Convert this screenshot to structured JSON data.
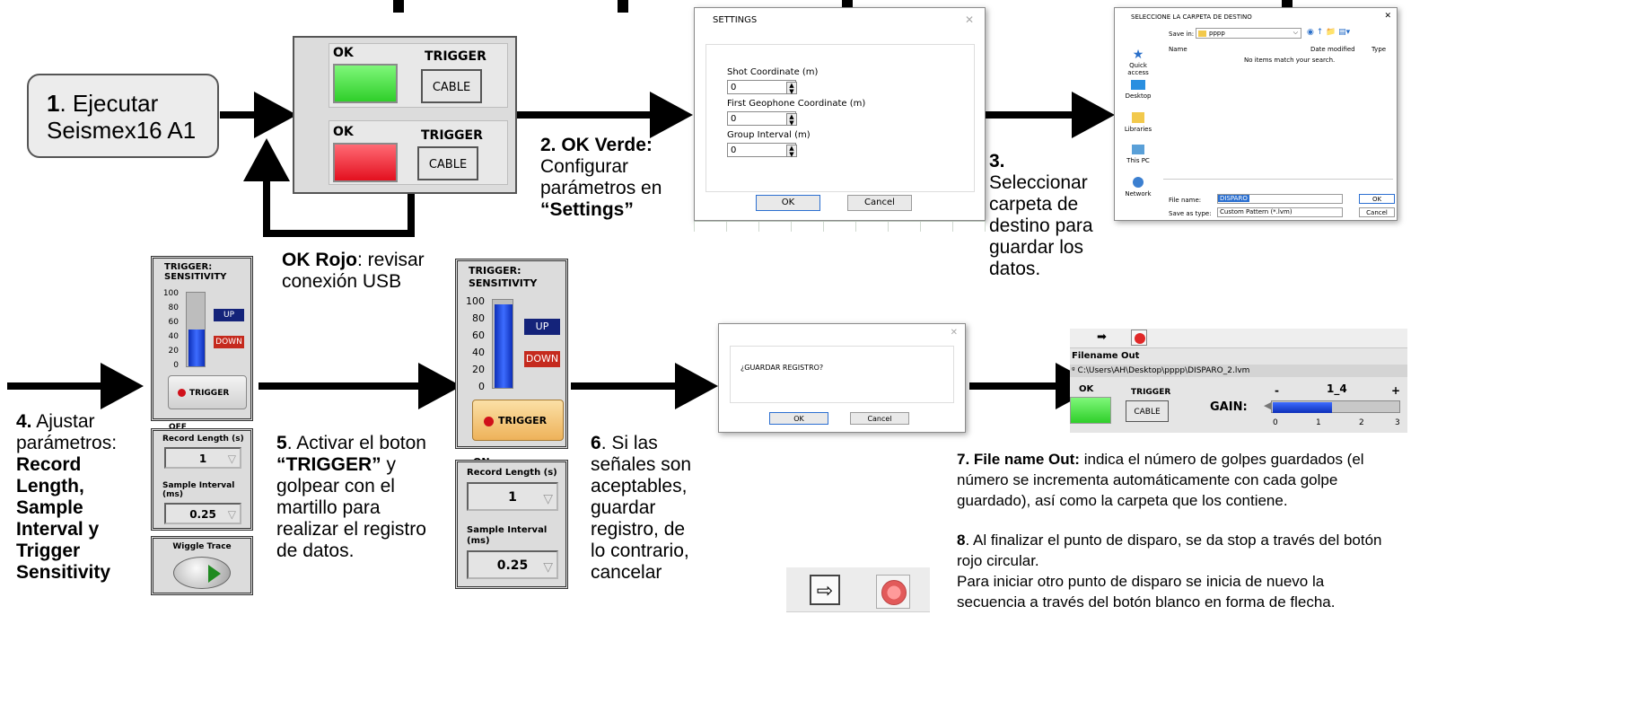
{
  "step1": {
    "num": "1",
    "text": ". Ejecutar Seismex16 A1"
  },
  "ok_panel": {
    "green": {
      "ok_label": "OK",
      "trigger_label": "TRIGGER",
      "cable_button": "CABLE",
      "ok_color": "#3fe33a"
    },
    "red": {
      "ok_label": "OK",
      "trigger_label": "TRIGGER",
      "cable_button": "CABLE",
      "ok_color": "#ee2233"
    }
  },
  "step2": {
    "title": "2. OK Verde:",
    "text": "Configurar parámetros en",
    "quote": "“Settings”"
  },
  "ok_rojo": {
    "title": "OK Rojo",
    "text": ": revisar conexión USB"
  },
  "settings_dialog": {
    "title": "SETTINGS",
    "fields": [
      {
        "label": "Shot Coordinate (m)",
        "value": "0"
      },
      {
        "label": "First Geophone Coordinate (m)",
        "value": "0"
      },
      {
        "label": "Group Interval (m)",
        "value": "0"
      }
    ],
    "ok_button": "OK",
    "cancel_button": "Cancel"
  },
  "step3": {
    "title": "3.",
    "text": "Seleccionar carpeta de destino para guardar los datos."
  },
  "folder_dialog": {
    "title": "SELECCIONE LA CARPETA DE DESTINO",
    "save_in_label": "Save in:",
    "save_in_value": "pppp",
    "columns": [
      "Name",
      "Date modified",
      "Type"
    ],
    "empty_message": "No items match your search.",
    "places": [
      "Quick access",
      "Desktop",
      "Libraries",
      "This PC",
      "Network"
    ],
    "file_name_label": "File name:",
    "file_name_value": "DISPARO",
    "save_type_label": "Save as type:",
    "save_type_value": "Custom Pattern (*.lvm)",
    "ok_button": "OK",
    "cancel_button": "Cancel"
  },
  "step4": {
    "title": "4.",
    "text": " Ajustar parámetros:",
    "bold": "Record Length, Sample Interval y Trigger Sensitivity"
  },
  "trigger_off_panel": {
    "title": "TRIGGER:\nSENSITIVITY",
    "scale": [
      "100",
      "80",
      "60",
      "40",
      "20",
      "0"
    ],
    "level": 50,
    "up_label": "UP",
    "down_label": "DOWN",
    "trigger_button": "TRIGGER OFF",
    "record_length_label": "Record Length (s)",
    "record_length_value": "1",
    "sample_interval_label": "Sample Interval (ms)",
    "sample_interval_value": "0.25",
    "wiggle_label": "Wiggle Trace"
  },
  "step5": {
    "num": "5",
    "text1": ". Activar el boton",
    "quote": "“TRIGGER”",
    "text2": " y golpear con el martillo para realizar el registro de datos."
  },
  "trigger_on_panel": {
    "title": "TRIGGER:\nSENSITIVITY",
    "scale": [
      "100",
      "80",
      "60",
      "40",
      "20",
      "0"
    ],
    "level": 95,
    "up_label": "UP",
    "down_label": "DOWN",
    "trigger_button": "TRIGGER ON",
    "record_length_label": "Record Length (s)",
    "record_length_value": "1",
    "sample_interval_label": "Sample Interval (ms)",
    "sample_interval_value": "0.25"
  },
  "step6": {
    "num": "6",
    "text": ". Si las señales son aceptables, guardar registro, de lo contrario, cancelar"
  },
  "save_dialog": {
    "question": "¿GUARDAR REGISTRO?",
    "ok_button": "OK",
    "cancel_button": "Cancel"
  },
  "fileout_panel": {
    "filename_label": "Filename Out",
    "path": "C:\\Users\\AH\\Desktop\\pppp\\DISPARO_2.lvm",
    "ok_label": "OK",
    "trigger_label": "TRIGGER",
    "cable_button": "CABLE",
    "gain_label": "GAIN:",
    "gain_minus": "-",
    "gain_value": "1_4",
    "gain_plus": "+",
    "gain_ticks": [
      "0",
      "1",
      "2",
      "3"
    ],
    "gain_level": 1.4
  },
  "step7": {
    "title": "7.  File name Out:",
    "text": " indica el número de golpes guardados (el número se incrementa  automáticamente con cada golpe guardado), así como la carpeta que los contiene."
  },
  "step8": {
    "num": "8",
    "text1": ".  Al finalizar el punto de disparo, se da stop a través del botón rojo circular.",
    "text2": "Para iniciar otro punto de disparo se inicia de nuevo la secuencia a través del botón blanco en forma de flecha."
  },
  "colors": {
    "arrow": "#000000",
    "bar_blue": "#1740d8",
    "green_led": "#3fe33a",
    "red_led": "#ee2233",
    "trigger_on": "#f2c46a"
  }
}
